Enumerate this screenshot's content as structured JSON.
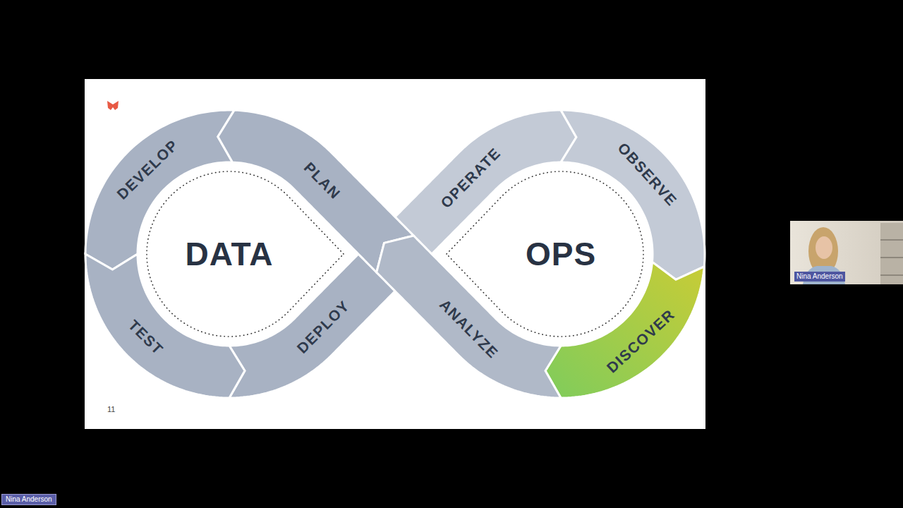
{
  "diagram": {
    "nodes": [
      {
        "text": [
          "DEVELOP"
        ]
      },
      {
        "text": [
          "PLAN"
        ]
      },
      {
        "text": [
          "OPERATE"
        ]
      },
      {
        "text": [
          "OBSERVE"
        ]
      },
      {
        "text": [
          "DATA"
        ]
      },
      {
        "text": [
          "OPS"
        ]
      },
      {
        "text": [
          "TEST"
        ]
      },
      {
        "text": [
          "DEPLOY"
        ]
      },
      {
        "text": [
          "ANALYZE"
        ]
      },
      {
        "text": [
          "DISCOVER"
        ]
      }
    ],
    "labels": [
      "11",
      "Nina Anderson",
      "Nina Anderson"
    ]
  }
}
